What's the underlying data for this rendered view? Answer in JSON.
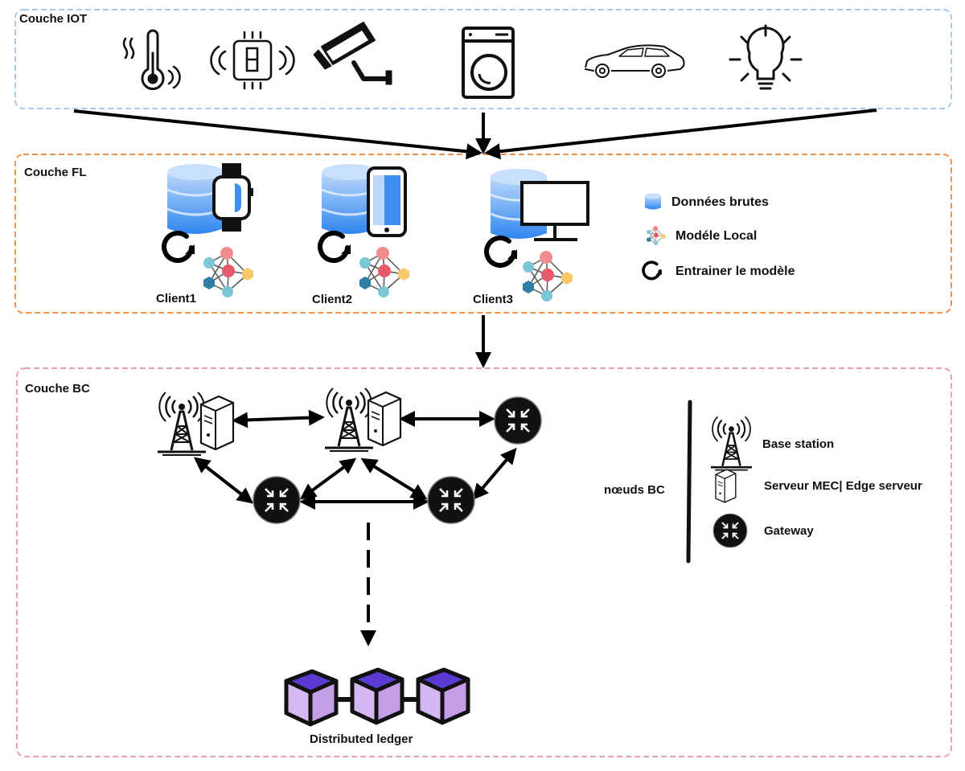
{
  "layers": {
    "iot": {
      "title": "Couche IOT"
    },
    "fl": {
      "title": "Couche FL"
    },
    "bc": {
      "title": "Couche BC"
    }
  },
  "iot_devices": [
    "thermometer-icon",
    "chip-icon",
    "security-camera-icon",
    "washing-machine-icon",
    "car-icon",
    "light-bulb-icon"
  ],
  "clients": [
    {
      "label": "Client1",
      "device": "smartwatch-icon"
    },
    {
      "label": "Client2",
      "device": "smartphone-icon"
    },
    {
      "label": "Client3",
      "device": "monitor-icon"
    }
  ],
  "fl_legend": {
    "raw_data": "Données brutes",
    "local_model": "Modéle Local",
    "train_model": "Entrainer le modèle"
  },
  "bc_legend": {
    "group_label": "nœuds BC",
    "base_station": "Base station",
    "edge_server": "Serveur MEC| Edge serveur",
    "gateway": "Gateway"
  },
  "ledger": {
    "label": "Distributed ledger"
  },
  "colors": {
    "iot_border": "#a9c8ef",
    "fl_border": "#f0924a",
    "bc_border": "#e6a0b4",
    "db_blue": "#3f8ff0",
    "block_purple": "#c9a8f0",
    "node_red": "#e85a6a",
    "node_teal": "#7cc7d6",
    "node_yellow": "#f7c96a"
  }
}
